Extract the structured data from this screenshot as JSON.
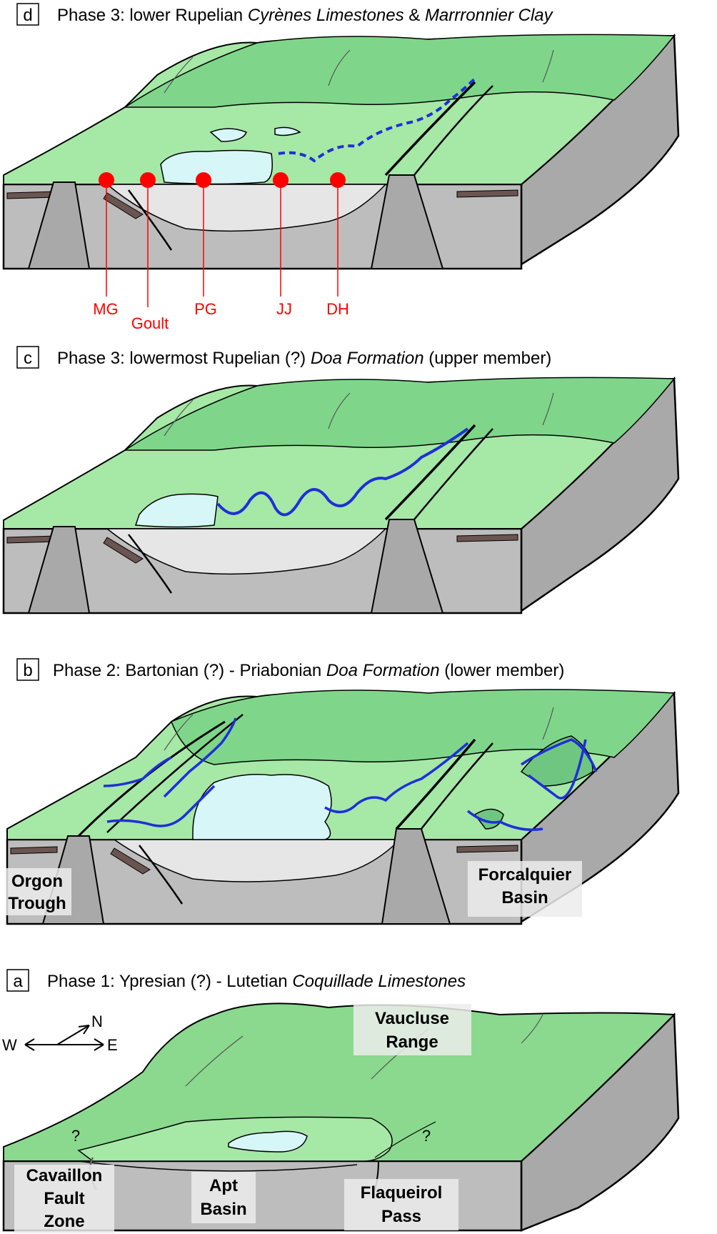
{
  "colors": {
    "top_green": "#a6e8a6",
    "dark_green": "#7fd68a",
    "range_green": "#8ad98e",
    "water": "#d6f6f8",
    "block_grey": "#bdbdbd",
    "basin_fill": "#e6e6e6",
    "brown": "#6b5550",
    "river_blue": "#1e2fd9",
    "site_red": "#ff0000",
    "label_box": "#ececec"
  },
  "panels": {
    "d": {
      "letter": "d",
      "title_plain": "Phase 3: lower Rupelian ",
      "title_italic_1": "Cyrènes Limestones",
      "title_mid": " & ",
      "title_italic_2": "Marrronnier Clay",
      "sites": [
        {
          "label": "MG"
        },
        {
          "label": "Goult"
        },
        {
          "label": "PG"
        },
        {
          "label": "JJ"
        },
        {
          "label": "DH"
        }
      ]
    },
    "c": {
      "letter": "c",
      "title_plain": "Phase 3: lowermost Rupelian (?) ",
      "title_italic": "Doa Formation",
      "title_suffix": " (upper member)"
    },
    "b": {
      "letter": "b",
      "title_plain": "Phase 2: Bartonian (?) - Priabonian ",
      "title_italic": "Doa Formation",
      "title_suffix": " (lower member)",
      "labels": {
        "orgon_1": "Orgon",
        "orgon_2": "Trough",
        "forcalquier_1": "Forcalquier",
        "forcalquier_2": "Basin"
      }
    },
    "a": {
      "letter": "a",
      "title_plain": "Phase 1: Ypresian (?) - Lutetian ",
      "title_italic": "Coquillade Limestones",
      "labels": {
        "vaucluse_1": "Vaucluse",
        "vaucluse_2": "Range",
        "cavaillon_1": "Cavaillon",
        "cavaillon_2": "Fault",
        "cavaillon_3": "Zone",
        "apt_1": "Apt",
        "apt_2": "Basin",
        "flaqueirol_1": "Flaqueirol",
        "flaqueirol_2": "Pass",
        "question_mark": "?"
      },
      "compass": {
        "north": "N",
        "west": "W",
        "east": "E"
      }
    }
  }
}
